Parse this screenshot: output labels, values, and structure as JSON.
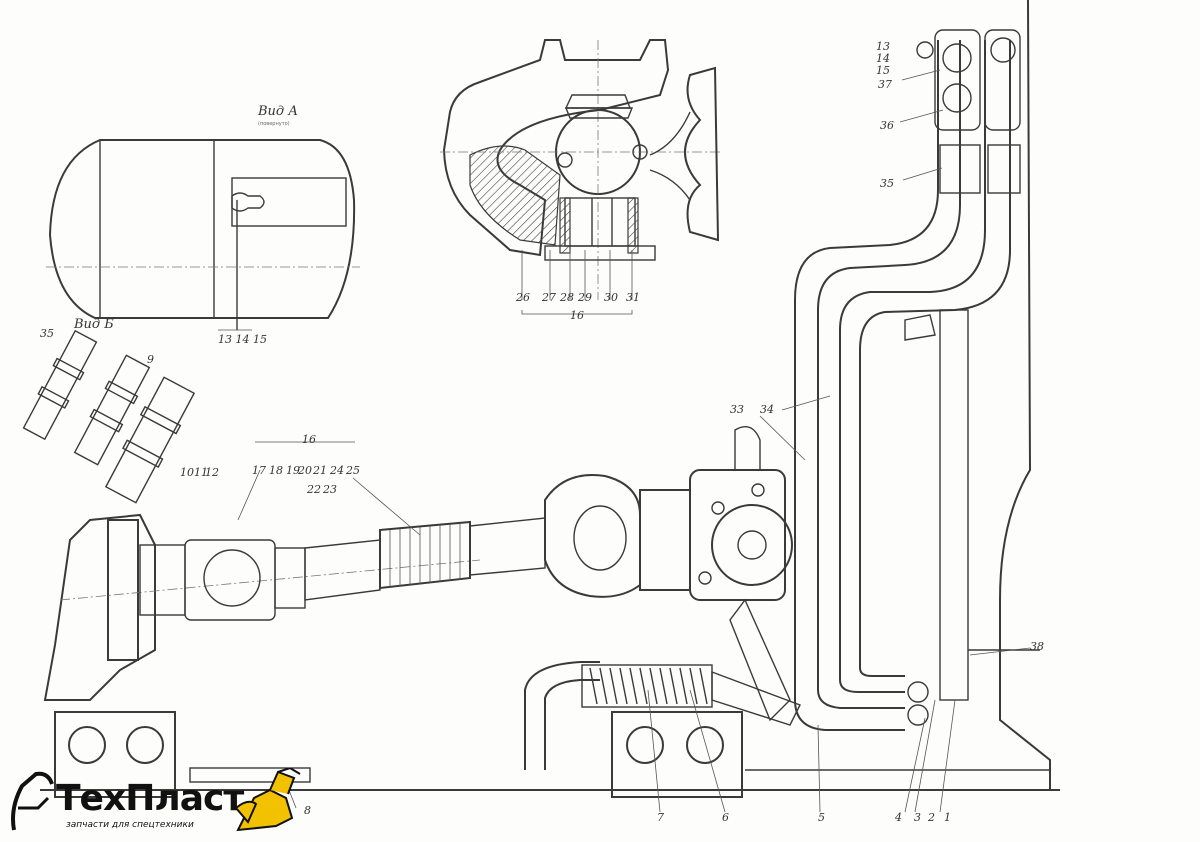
{
  "views": {
    "view_a": {
      "title": "Вид А",
      "subtitle": "(повернуто)",
      "callout": "13 14 15"
    },
    "view_b": {
      "title": "Вид Б"
    }
  },
  "callouts": {
    "c1": "1",
    "c2": "2",
    "c3": "3",
    "c4": "4",
    "c5": "5",
    "c6": "6",
    "c7": "7",
    "c8": "8",
    "c9": "9",
    "c10": "10",
    "c11": "11",
    "c12": "12",
    "c13": "13",
    "c14": "14",
    "c15": "15",
    "c16a": "16",
    "c16b": "16",
    "c17": "17",
    "c18": "18",
    "c19": "19",
    "c20": "20",
    "c21": "21",
    "c22": "22",
    "c23": "23",
    "c24": "24",
    "c25": "25",
    "c26": "26",
    "c27": "27",
    "c28": "28",
    "c29": "29",
    "c30": "30",
    "c31": "31",
    "c33": "33",
    "c34": "34",
    "c35a": "35",
    "c35b": "35",
    "c36": "36",
    "c37": "37",
    "c38": "38"
  },
  "logo": {
    "wordmark": "ТехПласт",
    "tagline": "запчасти для спецтехники",
    "colors": {
      "accent": "#f2c100",
      "text": "#111111"
    }
  }
}
